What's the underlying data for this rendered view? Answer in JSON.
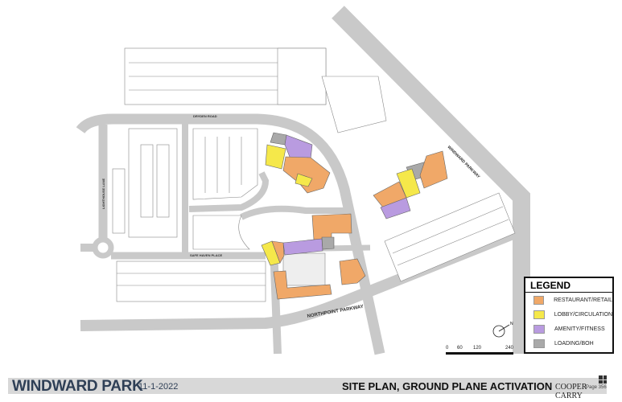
{
  "plan": {
    "roads": [
      "DRYDEN ROAD",
      "LIGHTHOUSE LANE",
      "SAFE HAVEN PLACE",
      "NORTHPOINT PARKWAY",
      "WINDWARD PARKWAY"
    ],
    "colors": {
      "restaurant_retail": "#f0a868",
      "lobby_circulation": "#f5e84a",
      "amenity_fitness": "#b99be0",
      "loading_boh": "#a9a9a9",
      "road": "#c9c9c9"
    }
  },
  "legend": {
    "title": "LEGEND",
    "items": [
      {
        "label": "RESTAURANT/RETAIL",
        "color": "#f0a868"
      },
      {
        "label": "LOBBY/CIRCULATION",
        "color": "#f5e84a"
      },
      {
        "label": "AMENITY/FITNESS",
        "color": "#b99be0"
      },
      {
        "label": "LOADING/BOH",
        "color": "#a9a9a9"
      }
    ]
  },
  "north_arrow": {
    "label": "N",
    "icon": "north-arrow-icon"
  },
  "scale_bar": {
    "ticks": [
      "0",
      "60",
      "120",
      "240"
    ]
  },
  "footer": {
    "project": "WINDWARD PARK",
    "date": "11-1-2022",
    "sheet": "SITE PLAN, GROUND PLANE ACTIVATION",
    "firm": "COOPER CARRY",
    "page": "Page 356"
  }
}
